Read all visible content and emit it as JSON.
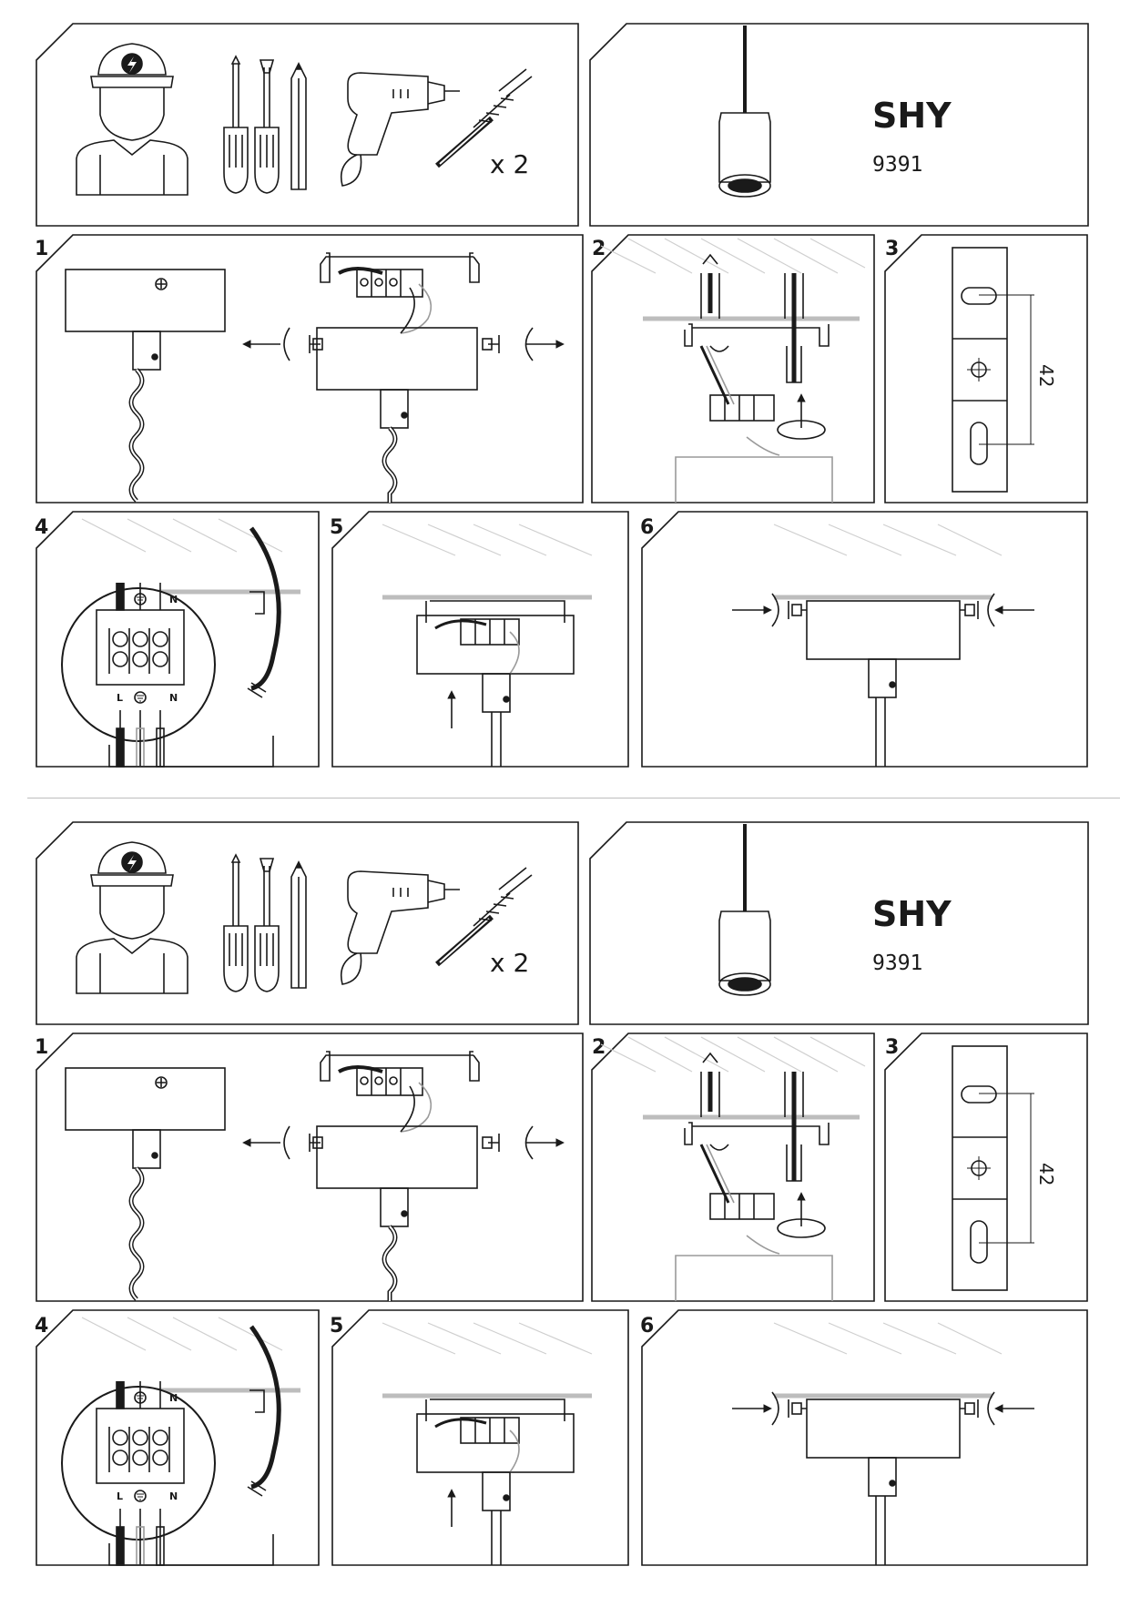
{
  "product": {
    "name": "SHY",
    "code": "9391"
  },
  "tools": {
    "anchor_quantity": "x 2"
  },
  "steps": [
    "1",
    "2",
    "3",
    "4",
    "5",
    "6"
  ],
  "step3": {
    "dimension": "42"
  },
  "step4": {
    "terminals": [
      "L",
      "N"
    ],
    "earth_symbol": "earth-icon"
  },
  "colors": {
    "line": "#1a1a1a",
    "hatch": "#cfcfcf",
    "ceiling": "#bdbdbd"
  },
  "icons": [
    "electrician-icon",
    "phillips-screwdriver-icon",
    "flat-screwdriver-icon",
    "pencil-icon",
    "drill-icon",
    "wall-plug-screw-icon",
    "pendant-lamp-icon"
  ]
}
